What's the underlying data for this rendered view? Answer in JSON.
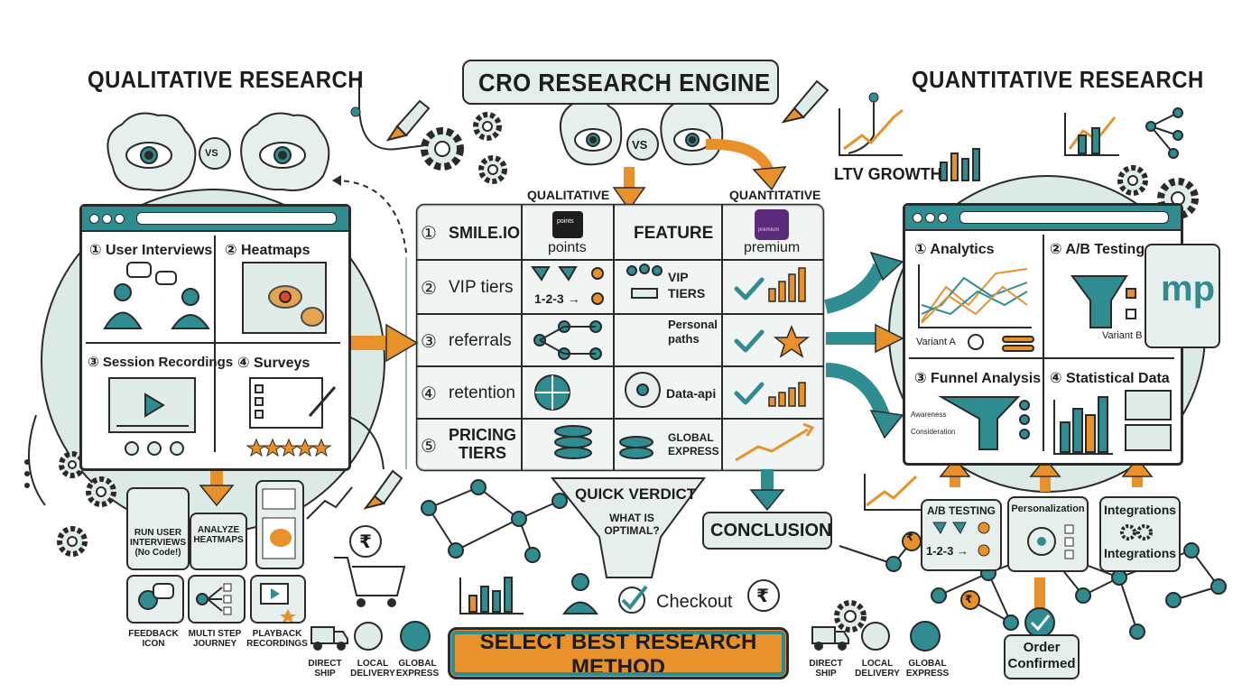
{
  "headers": {
    "left": "QUALITATIVE RESEARCH",
    "center": "CRO RESEARCH ENGINE",
    "right": "QUANTITATIVE RESEARCH"
  },
  "vs_label": "VS",
  "qual_window": {
    "quadrants": [
      "① User Interviews",
      "② Heatmaps",
      "③ Session Recordings",
      "④ Surveys"
    ]
  },
  "matrix": {
    "header_left": "QUALITATIVE",
    "header_right": "QUANTITATIVE",
    "col_headers": {
      "left_caption": "points",
      "middle": "FEATURE",
      "right_caption": "premium"
    },
    "logo_left_text": "points",
    "logo_right_text": "premium",
    "rows": [
      {
        "num": "①",
        "label": "SMILE.IO"
      },
      {
        "num": "②",
        "label": "VIP tiers",
        "mid_text": "VIP\nTIERS",
        "left_text": "1-2-3 →"
      },
      {
        "num": "③",
        "label": "referrals",
        "mid_text": "Personal\npaths"
      },
      {
        "num": "④",
        "label": "retention",
        "mid_text": "Data-api"
      },
      {
        "num": "⑤",
        "label": "PRICING\nTIERS",
        "mid_text": "GLOBAL\nEXPRESS"
      }
    ]
  },
  "quant_window": {
    "quadrants": [
      "① Analytics",
      "② A/B Testing",
      "③ Funnel Analysis",
      "④ Statistical Data"
    ],
    "variant_a": "Variant A",
    "variant_b": "Variant B",
    "funnel_labels": [
      "Awareness",
      "Consideration"
    ]
  },
  "ltv_label": "LTV GROWTH",
  "bottom_left_cards": [
    {
      "label": "RUN USER\nINTERVIEWS\n(No Code!)"
    },
    {
      "label": "ANALYZE\nHEATMAPS"
    },
    {
      "label": "FEEDBACK\nICON"
    },
    {
      "label": "MULTI STEP\nJOURNEY"
    },
    {
      "label": "PLAYBACK\nRECORDINGS"
    }
  ],
  "shipping_left": [
    "DIRECT\nSHIP",
    "LOCAL\nDELIVERY",
    "GLOBAL\nEXPRESS"
  ],
  "shipping_right": [
    "DIRECT\nSHIP",
    "LOCAL\nDELIVERY",
    "GLOBAL\nEXPRESS"
  ],
  "verdict": {
    "title": "QUICK VERDICT",
    "question": "WHAT IS\nOPTIMAL?"
  },
  "conclusion": "CONCLUSION",
  "checkout": "Checkout",
  "select_button": "SELECT BEST RESEARCH METHOD",
  "bottom_right_cards": [
    {
      "label": "A/B TESTING",
      "sub": "1-2-3 →"
    },
    {
      "label": "Personalization"
    },
    {
      "label": "Integrations",
      "sub": "Integrations"
    }
  ],
  "order_confirmed": "Order\nConfirmed",
  "currency_symbol": "₹",
  "colors": {
    "teal": "#2f8c91",
    "orange": "#e8912b",
    "mint": "#dfece8",
    "ink": "#2a2a2a"
  }
}
